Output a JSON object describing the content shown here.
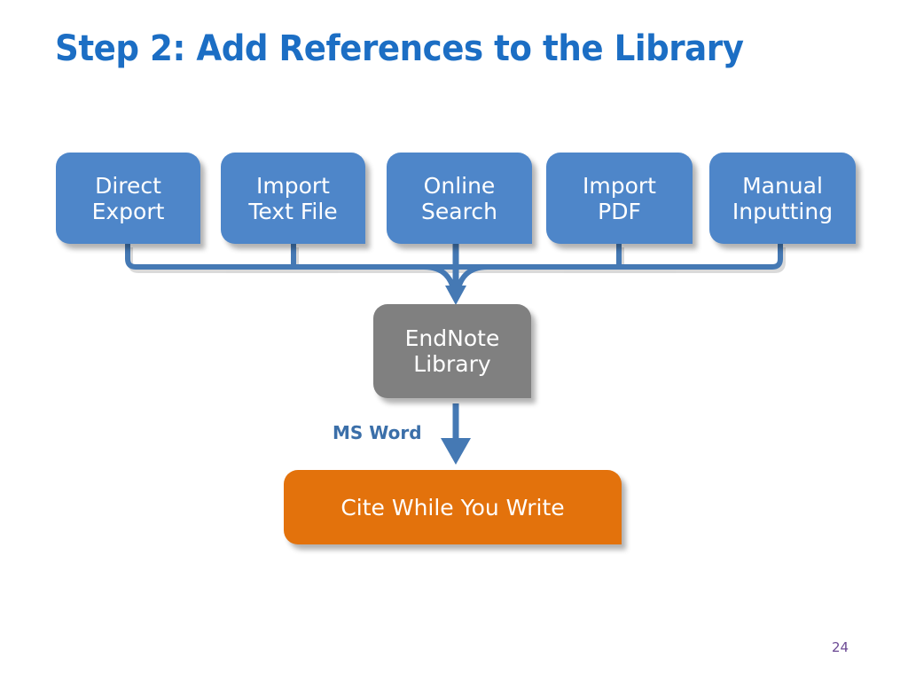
{
  "slide": {
    "title": "Step 2: Add References to the Library",
    "page_number": "24",
    "colors": {
      "title_blue": "#1C6EC4",
      "source_box_blue": "#4E86C9",
      "library_gray": "#808080",
      "cite_orange": "#E3720C",
      "connector_blue": "#4579B4",
      "ms_word_blue": "#3B6FA9",
      "page_number_purple": "#6C4A94",
      "background": "#FFFFFF"
    }
  },
  "diagram": {
    "sources": [
      {
        "id": "direct-export",
        "label": "Direct\nExport"
      },
      {
        "id": "import-text",
        "label": "Import\nText File"
      },
      {
        "id": "online-search",
        "label": "Online\nSearch"
      },
      {
        "id": "import-pdf",
        "label": "Import\nPDF"
      },
      {
        "id": "manual-input",
        "label": "Manual\nInputting"
      }
    ],
    "library": {
      "id": "endnote-library",
      "label": "EndNote\nLibrary"
    },
    "output": {
      "id": "cite-while-write",
      "label": "Cite While You Write"
    },
    "edge_label": "MS Word",
    "flow_description": "Five input methods merge into the EndNote Library, which connects through MS Word to Cite While You Write."
  }
}
